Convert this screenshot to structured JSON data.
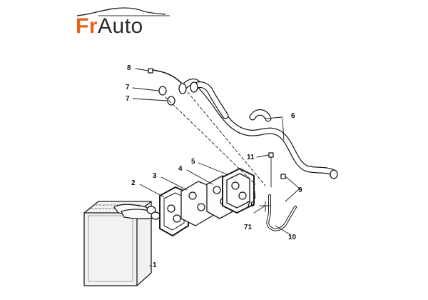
{
  "logo": {
    "part1": "Fr",
    "part2": "Auto",
    "accent_color": "#e8601c",
    "dark_color": "#2d2d2d"
  },
  "callouts": {
    "c1": "1",
    "c2": "2",
    "c3": "3",
    "c4": "4",
    "c5": "5",
    "c6": "6",
    "c7a": "7",
    "c7b": "7",
    "c8": "8",
    "c9": "9",
    "c10": "10",
    "c11": "11",
    "c70": "70",
    "c71": "71"
  }
}
